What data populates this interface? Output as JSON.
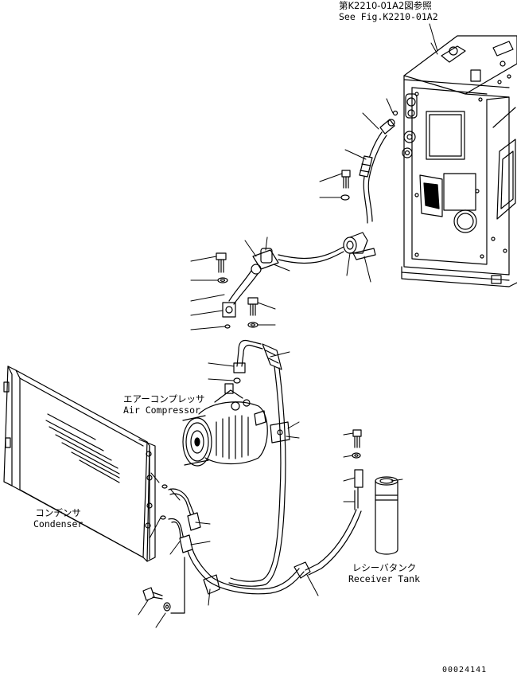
{
  "reference": {
    "jp": "第K2210-01A2図参照",
    "en": "See Fig.K2210-01A2"
  },
  "air_compressor": {
    "jp": "エアーコンプレッサ",
    "en": "Air Compressor"
  },
  "condenser": {
    "jp": "コンデンサ",
    "en": "Condenser"
  },
  "receiver_tank": {
    "jp": "レシーバタンク",
    "en": "Receiver Tank"
  },
  "document_number": "00024141",
  "colors": {
    "ink": "#000000",
    "paper": "#ffffff"
  }
}
